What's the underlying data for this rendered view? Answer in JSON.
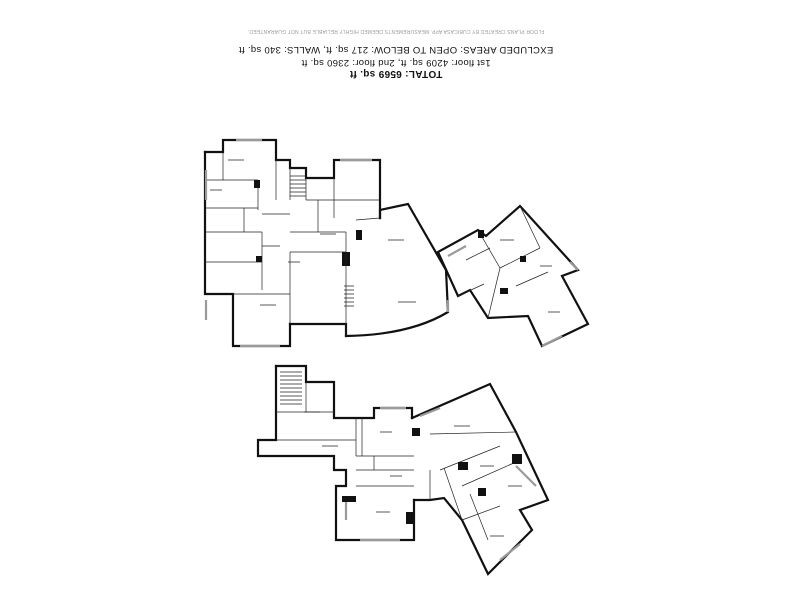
{
  "summary": {
    "total": "TOTAL: 6569 sq. ft",
    "floors": "1st floor: 4209 sq. ft, 2nd floor: 2360 sq. ft",
    "excluded": "EXCLUDED AREAS: OPEN TO BELOW: 217 sq. ft, WALLS: 340 sq. ft",
    "disclaimer": "FLOOR PLANS CREATED BY CUBICASA APP. MEASUREMENTS DEEMED HIGHLY RELIABLE BUT NOT GUARANTEED."
  },
  "colors": {
    "wall": "#111111",
    "window": "#9a9a9a",
    "background": "#ffffff"
  }
}
